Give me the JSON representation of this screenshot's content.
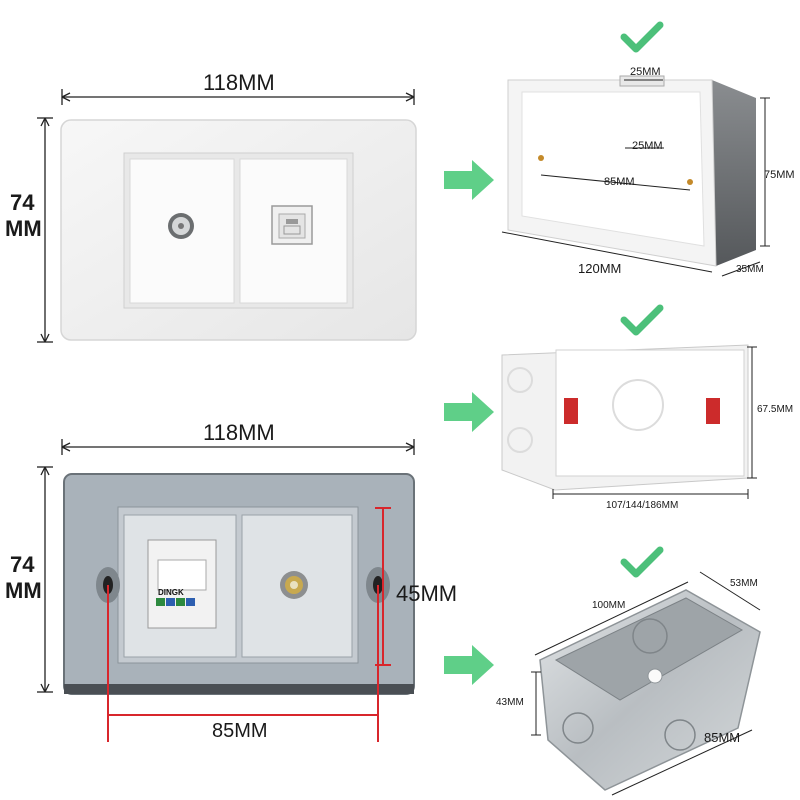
{
  "top_plate": {
    "width_label": "118MM",
    "height_label_line1": "74",
    "height_label_line2": "MM"
  },
  "bottom_plate": {
    "width_label": "118MM",
    "height_label_line1": "74",
    "height_label_line2": "MM",
    "hole_height_label": "45MM",
    "hole_spacing_label": "85MM",
    "keystone_brand": "DINGK"
  },
  "box_plastic_gray": {
    "top_slot_label": "25MM",
    "inner_slot_label": "25MM",
    "screw_spacing_label": "85MM",
    "height_label": "75MM",
    "length_label": "120MM",
    "depth_label": "35MM"
  },
  "box_plastic_white": {
    "height_label": "67.5MM",
    "length_label": "107/144/186MM"
  },
  "box_metal": {
    "length_label": "100MM",
    "width_label": "53MM",
    "height_label": "43MM",
    "bottom_label": "85MM"
  },
  "colors": {
    "check_green": "#4cc07a",
    "arrow_green": "#5fcf88",
    "dim_red": "#d8262c",
    "plate_gray": "#a9b2ba"
  },
  "icons": [
    "check-icon",
    "arrow-right-icon"
  ]
}
